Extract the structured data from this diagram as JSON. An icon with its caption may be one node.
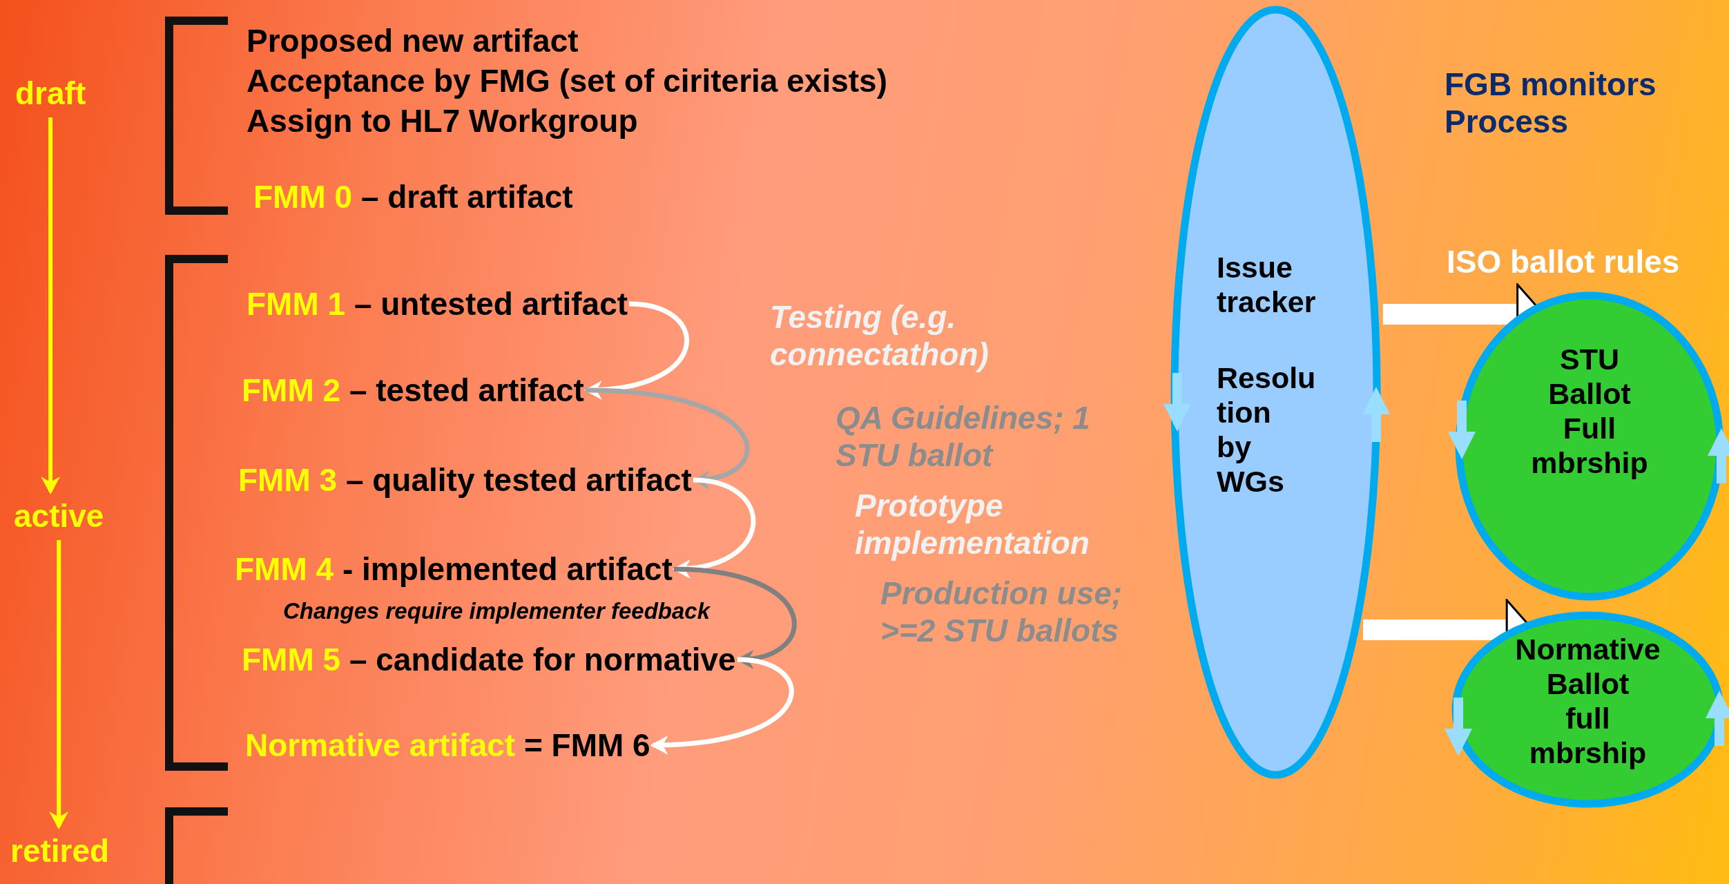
{
  "diagram": {
    "nodes": [
      {
        "text": [
          "draft"
        ]
      },
      {
        "text": [
          "active"
        ]
      },
      {
        "text": [
          "retired"
        ]
      },
      {
        "text": [
          "FMM 0",
          "– draft artifact"
        ]
      },
      {
        "text": [
          "FMM 1",
          "– untested artifact"
        ]
      },
      {
        "text": [
          "FMM 2",
          "– tested artifact"
        ]
      },
      {
        "text": [
          "FMM 3",
          "– quality tested artifact"
        ]
      },
      {
        "text": [
          "FMM 4",
          " - implemented artifact"
        ],
        "beside": [
          "Changes require implementer feedback"
        ]
      },
      {
        "text": [
          "FMM 5",
          "– candidate for normative"
        ]
      },
      {
        "text": [
          "Normative artifact",
          "= FMM 6"
        ]
      },
      {
        "text": [
          "Issue tracker",
          "Resolu tion by WGs"
        ]
      },
      {
        "text": [
          "STU Ballot Full mbrship"
        ]
      },
      {
        "text": [
          "Normative Ballot full mbrship"
        ]
      }
    ],
    "edges": [
      {
        "from": 0,
        "to": 1,
        "arrow": "to",
        "color": "#ffff00"
      },
      {
        "from": 1,
        "to": 2,
        "arrow": "to",
        "color": "#ffff00"
      },
      {
        "from": 4,
        "to": 5,
        "arrow": "to",
        "label": "Testing (e.g. connectathon)"
      },
      {
        "from": 5,
        "to": 6,
        "arrow": "to",
        "label": "QA Guidelines; 1 STU ballot",
        "color": "#a6a6a6"
      },
      {
        "from": 6,
        "to": 7,
        "arrow": "to",
        "label": "Prototype implementation"
      },
      {
        "from": 7,
        "to": 8,
        "arrow": "to",
        "label": "Production use; >=2 STU ballots",
        "color": "#808080"
      },
      {
        "from": 8,
        "to": 9,
        "arrow": "to"
      },
      {
        "from": 10,
        "to": 11,
        "arrow": "to",
        "style": "thick"
      },
      {
        "from": 10,
        "to": 12,
        "arrow": "to",
        "style": "thick"
      }
    ],
    "labels": [
      "Proposed new artifact",
      "Acceptance by FMG (set of ciriteria exists)",
      "Assign to HL7 Workgroup",
      "FGB monitors Process",
      "ISO ballot rules"
    ]
  }
}
